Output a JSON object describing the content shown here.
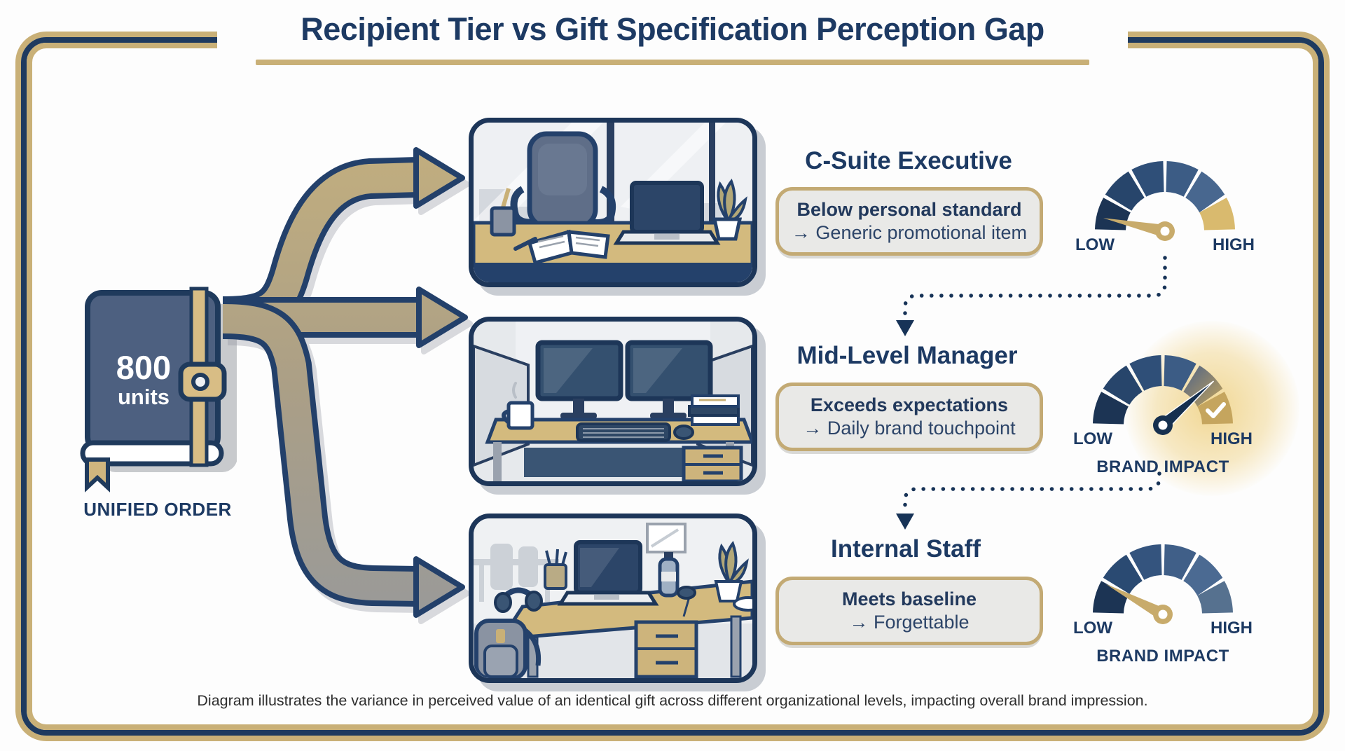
{
  "title": "Recipient Tier vs Gift Specification Perception Gap",
  "unified_order": {
    "quantity": "800",
    "units": "units",
    "label": "UNIFIED ORDER"
  },
  "tiers": [
    {
      "name": "C-Suite Executive",
      "perception": "Below personal standard",
      "outcome": "→ Generic promotional item",
      "scene": "executive-office",
      "gauge": {
        "low_label": "LOW",
        "high_label": "HIGH",
        "needle": "low"
      }
    },
    {
      "name": "Mid-Level Manager",
      "perception": "Exceeds expectations",
      "outcome": "→ Daily brand touchpoint",
      "scene": "cubicle-workstation",
      "gauge": {
        "low_label": "LOW",
        "high_label": "HIGH",
        "impact_label": "BRAND IMPACT",
        "needle": "high"
      }
    },
    {
      "name": "Internal Staff",
      "perception": "Meets baseline",
      "outcome": "→ Forgettable",
      "scene": "open-office-desk",
      "gauge": {
        "low_label": "LOW",
        "high_label": "HIGH",
        "impact_label": "BRAND IMPACT",
        "needle": "low"
      }
    }
  ],
  "caption": "Diagram illustrates the variance in perceived value of an identical gift across different organizational levels, impacting overall brand impression.",
  "colors": {
    "navy": "#1d3a63",
    "gold": "#c9b077",
    "slate": "#4d6080",
    "box_fill": "#e9e9e7",
    "highlight_glow": "#ecc766"
  }
}
